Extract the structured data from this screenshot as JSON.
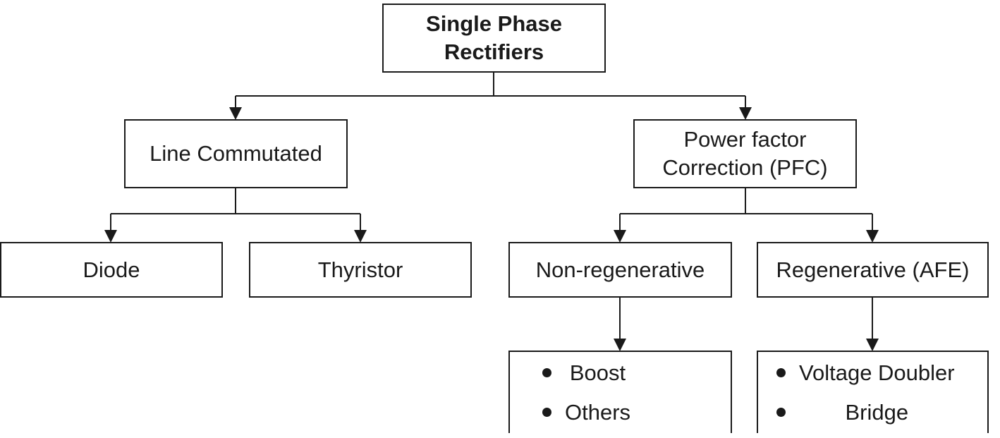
{
  "diagram": {
    "root": {
      "line1": "Single Phase",
      "line2": "Rectifiers"
    },
    "line_commutated": {
      "label": "Line Commutated"
    },
    "diode": {
      "label": "Diode"
    },
    "thyristor": {
      "label": "Thyristor"
    },
    "pfc": {
      "line1": "Power factor",
      "line2": "Correction (PFC)"
    },
    "non_regenerative": {
      "label": "Non-regenerative",
      "items": [
        "Boost",
        "Others"
      ]
    },
    "regenerative": {
      "label": "Regenerative (AFE)",
      "items": [
        "Voltage Doubler",
        "Bridge"
      ]
    }
  }
}
